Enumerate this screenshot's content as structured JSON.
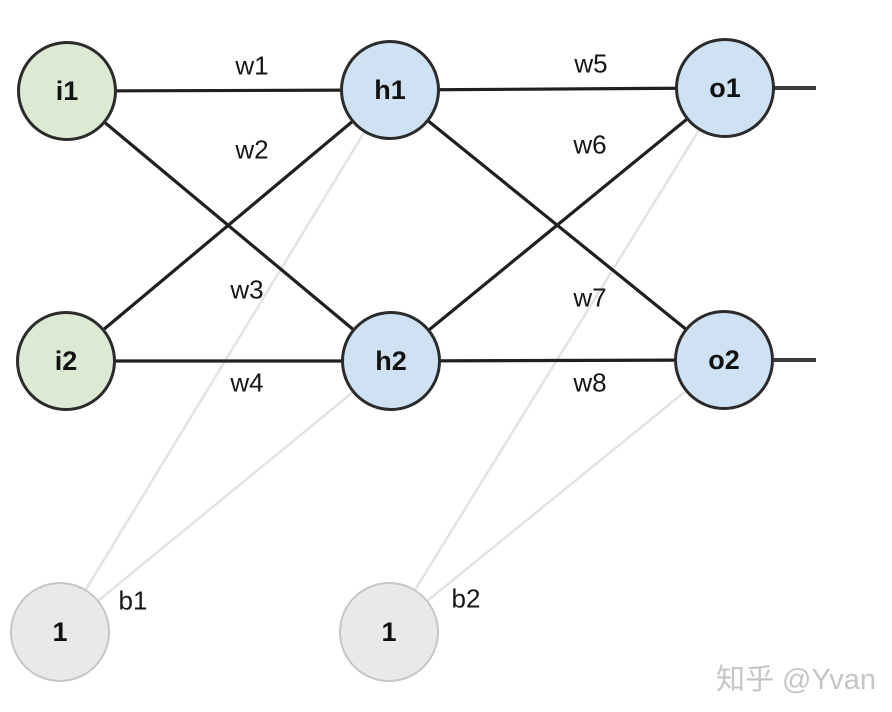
{
  "diagram": {
    "nodes": {
      "i1": {
        "label": "i1"
      },
      "i2": {
        "label": "i2"
      },
      "h1": {
        "label": "h1"
      },
      "h2": {
        "label": "h2"
      },
      "o1": {
        "label": "o1"
      },
      "o2": {
        "label": "o2"
      },
      "b1": {
        "label": "1"
      },
      "b2": {
        "label": "1"
      }
    },
    "weight_labels": {
      "w1": "w1",
      "w2": "w2",
      "w3": "w3",
      "w4": "w4",
      "w5": "w5",
      "w6": "w6",
      "w7": "w7",
      "w8": "w8"
    },
    "bias_labels": {
      "b1": "b1",
      "b2": "b2"
    },
    "colors": {
      "input_node_fill": "#dcead3",
      "hidden_output_node_fill": "#cfe2f3",
      "bias_node_fill": "#e9e9e9",
      "node_border": "#2b2b2b",
      "bias_node_border": "#c6c6c6",
      "edge_line": "#1f1f1f",
      "bias_edge_line": "#e3e3e3",
      "output_stub_line": "#3a3a3a",
      "label_text": "#161616",
      "watermark_text": "#c6c6c6"
    }
  },
  "watermark": {
    "text": "知乎 @Yvan"
  }
}
